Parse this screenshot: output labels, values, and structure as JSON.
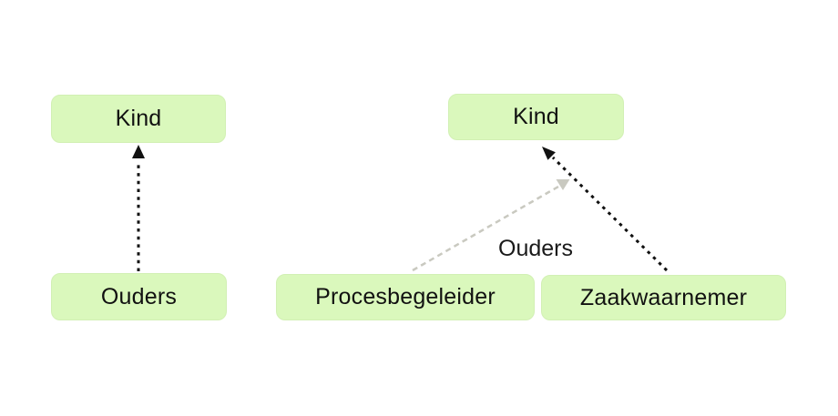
{
  "colors": {
    "page_bg": "#ffffff",
    "node_fill": "#daf8bc",
    "node_border": "#d2f0b4",
    "node_text": "#111111",
    "caption_text": "#1a1a1a",
    "dark_arrow": "#111111",
    "light_arrow": "#c9c9c0"
  },
  "left_diagram": {
    "kind_label": "Kind",
    "ouders_label": "Ouders",
    "edge": {
      "from": "Ouders",
      "to": "Kind",
      "style": "dashed",
      "color": "#111111"
    }
  },
  "right_diagram": {
    "kind_label": "Kind",
    "procesbegeleider_label": "Procesbegeleider",
    "zaakwaarnemer_label": "Zaakwaarnemer",
    "caption_label": "Ouders",
    "edges": [
      {
        "from": "Procesbegeleider",
        "to": "Kind",
        "style": "dashed",
        "color": "#c9c9c0",
        "head": "down-triangle"
      },
      {
        "from": "Zaakwaarnemer",
        "to": "Kind",
        "style": "dashed",
        "color": "#111111",
        "head": "up-left-triangle"
      }
    ]
  }
}
